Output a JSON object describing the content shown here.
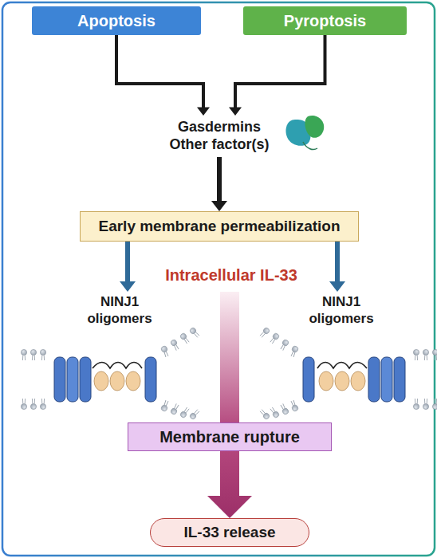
{
  "diagram": {
    "nodes": [
      {
        "text": [
          "Apoptosis"
        ]
      },
      {
        "text": [
          "Pyroptosis"
        ]
      },
      {
        "text": [
          "Gasdermins",
          "Other factor(s)"
        ]
      },
      {
        "text": [
          "Early membrane permeabilization"
        ]
      },
      {
        "text": [
          "NINJ1 oligomers"
        ]
      },
      {
        "text": [
          "NINJ1 oligomers"
        ]
      },
      {
        "text": [
          "Membrane rupture"
        ]
      },
      {
        "text": [
          "IL-33 release"
        ]
      }
    ],
    "edges": [
      {
        "from": 0,
        "to": 2,
        "arrow": "to"
      },
      {
        "from": 1,
        "to": 2,
        "arrow": "to"
      },
      {
        "from": 2,
        "to": 3,
        "arrow": "to"
      },
      {
        "from": 3,
        "to": 4,
        "arrow": "to"
      },
      {
        "from": 3,
        "to": 5,
        "arrow": "to"
      },
      {
        "from": 6,
        "to": 7,
        "arrow": "to"
      }
    ],
    "labels": [
      "Intracellular IL-33"
    ]
  }
}
